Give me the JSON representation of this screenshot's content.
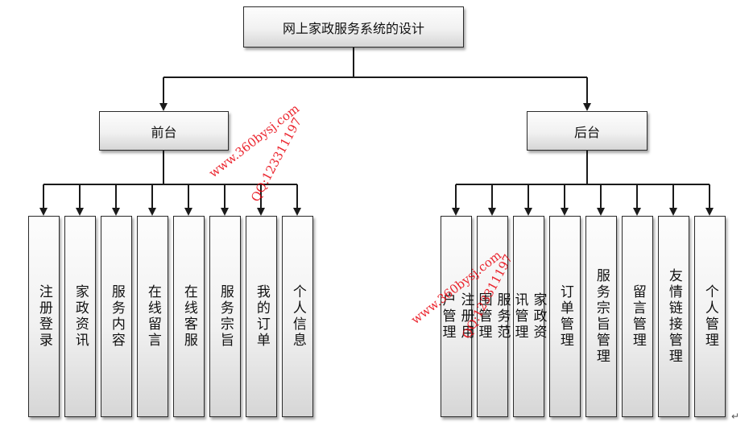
{
  "diagram": {
    "root": "网上家政服务系统的设计",
    "front": {
      "label": "前台",
      "children": [
        "注册登录",
        "家政资讯",
        "服务内容",
        "在线留言",
        "在线客服",
        "服务宗旨",
        "我的订单",
        "个人信息"
      ]
    },
    "back": {
      "label": "后台",
      "children": [
        "注册用户管理",
        "服务范围管理",
        "家政资讯管理",
        "订单管理",
        "服务宗旨管理",
        "留言管理",
        "友情链接管理",
        "个人管理"
      ]
    }
  },
  "watermarks": {
    "site": "www.360bysj.com",
    "qq": "QQ:123311197"
  },
  "colors": {
    "line": "#1a1a1a",
    "border": "#2b2b2b",
    "watermark": "#e8000b"
  }
}
